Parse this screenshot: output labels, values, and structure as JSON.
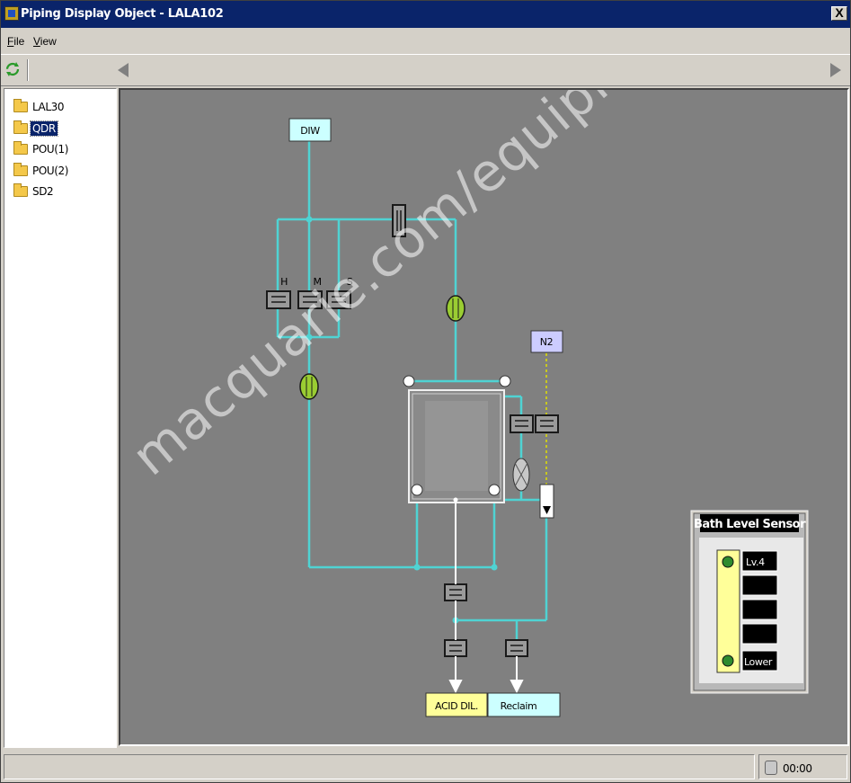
{
  "window": {
    "title": "Piping Display Object - LALA102",
    "close_label": "X"
  },
  "menu": {
    "file": "File",
    "view": "View"
  },
  "tree": {
    "items": [
      {
        "label": "LAL30",
        "selected": false
      },
      {
        "label": "QDR",
        "selected": true
      },
      {
        "label": "POU(1)",
        "selected": false
      },
      {
        "label": "POU(2)",
        "selected": false
      },
      {
        "label": "SD2",
        "selected": false
      }
    ]
  },
  "diagram": {
    "diw": "DIW",
    "n2": "N2",
    "valve_h": "H",
    "valve_m": "M",
    "valve_s": "S",
    "acid_dil": "ACID DIL.",
    "reclaim": "Reclaim",
    "pipe_color": "#4fd3d3",
    "n2_line_color": "#e0e000",
    "flow_meter_color": "#9acd32"
  },
  "bath_level_sensor": {
    "title": "Bath Level Sensor",
    "levels": [
      "Lv.4",
      "",
      "",
      "",
      "Lower"
    ]
  },
  "status": {
    "time": "00:00"
  },
  "watermark": "macquarie.com/equipment-trading"
}
